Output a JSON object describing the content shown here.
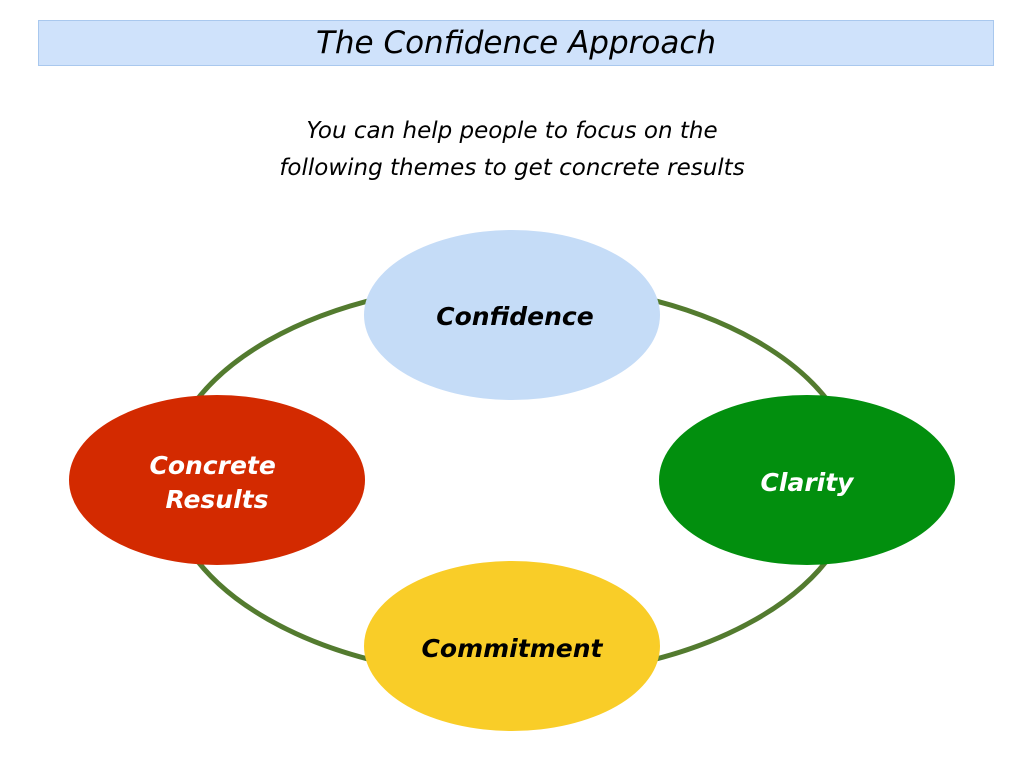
{
  "header": {
    "title": "The Confidence Approach"
  },
  "intro": {
    "lines": [
      "You can help people to focus on the",
      "following themes to get concrete results"
    ]
  },
  "cycle": {
    "ring_color": "#537b2f",
    "nodes": {
      "confidence": {
        "lines": [
          "Confidence"
        ],
        "fill": "#c5dcf7",
        "text_color": "#000000"
      },
      "clarity": {
        "lines": [
          "Clarity"
        ],
        "fill": "#028f0e",
        "text_color": "#ffffff"
      },
      "commitment": {
        "lines": [
          "Commitment"
        ],
        "fill": "#f9cd28",
        "text_color": "#000000"
      },
      "concrete_results": {
        "lines": [
          "Concrete",
          "Results"
        ],
        "fill": "#d32a00",
        "text_color": "#ffffff"
      }
    }
  }
}
